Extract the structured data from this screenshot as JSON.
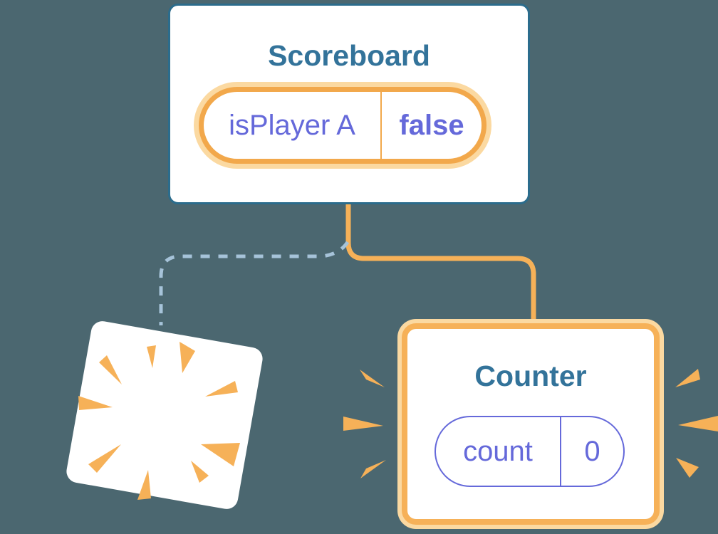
{
  "colors": {
    "bg": "#4b6770",
    "teal-border": "#2b6c8c",
    "teal-text": "#33739a",
    "orange": "#f6b158",
    "orange-border": "#f2a84b",
    "halo": "#fbd9a1",
    "purple": "#6569da",
    "blue-dash": "#a6c3d9",
    "card-bg": "#ffffff"
  },
  "scoreboard": {
    "title": "Scoreboard",
    "state": {
      "label": "isPlayer A",
      "value": "false"
    }
  },
  "counter": {
    "title": "Counter",
    "state": {
      "label": "count",
      "value": "0"
    }
  },
  "icons": {
    "sparkles": "sparkle-icon",
    "explosion": "burst-rays-icon",
    "emphasis": "emphasis-rays-icon"
  },
  "links": {
    "active_link_style": "solid",
    "removed_link_style": "dashed"
  }
}
